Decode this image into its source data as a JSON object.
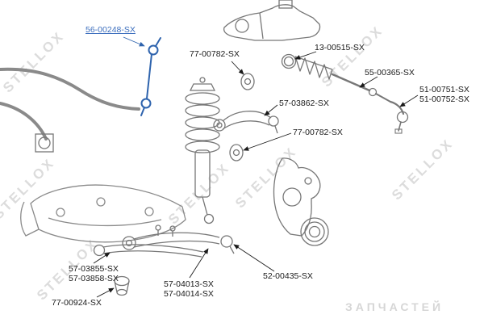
{
  "diagram": {
    "description": "Front suspension exploded parts diagram with part-number callouts",
    "highlight_color": "#3d6fbe",
    "line_color": "#777777",
    "labels": [
      {
        "text": "56-00248-SX",
        "highlighted": true,
        "points_to": "stabilizer-link"
      },
      {
        "text": "77-00782-SX",
        "highlighted": false,
        "points_to": "bushing-upper"
      },
      {
        "text": "13-00515-SX",
        "highlighted": false,
        "points_to": "boot-clamp-ring"
      },
      {
        "text": "55-00365-SX",
        "highlighted": false,
        "points_to": "inner-tie-rod"
      },
      {
        "text": "51-00751-SX",
        "highlighted": false,
        "points_to": "tie-rod-end"
      },
      {
        "text": "51-00752-SX",
        "highlighted": false,
        "points_to": "tie-rod-end"
      },
      {
        "text": "57-03862-SX",
        "highlighted": false,
        "points_to": "upper-control-arm"
      },
      {
        "text": "77-00782-SX",
        "highlighted": false,
        "points_to": "bushing-lower"
      },
      {
        "text": "57-03855-SX",
        "highlighted": false,
        "points_to": "lower-control-arm-rear"
      },
      {
        "text": "57-03858-SX",
        "highlighted": false,
        "points_to": "lower-control-arm-rear"
      },
      {
        "text": "57-04013-SX",
        "highlighted": false,
        "points_to": "lower-control-arm-front"
      },
      {
        "text": "57-04014-SX",
        "highlighted": false,
        "points_to": "lower-control-arm-front"
      },
      {
        "text": "52-00435-SX",
        "highlighted": false,
        "points_to": "ball-joint"
      },
      {
        "text": "77-00924-SX",
        "highlighted": false,
        "points_to": "cone-bushing"
      }
    ],
    "watermarks": {
      "brand": "STELLOX",
      "cyrillic": "ЗАПЧАСТЕЙ"
    }
  }
}
